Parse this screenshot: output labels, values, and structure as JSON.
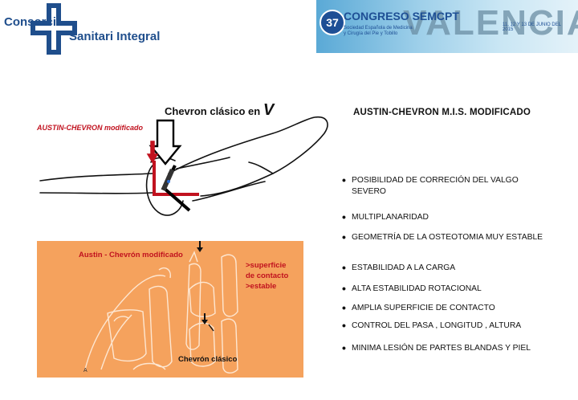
{
  "header": {
    "logo_line1": "Consorci",
    "logo_line2": "Sanitari Integral",
    "banner_number": "37",
    "banner_title": "CONGRESO SEMCPT",
    "banner_subtitle": "Sociedad Española de Medicina y Cirugía del Pie y Tobillo",
    "banner_city": "VALENCIA",
    "banner_dates": "11, 12 Y 13 DE JUNIO DEL 2015"
  },
  "figure": {
    "title_main": "Chevron clásico en ",
    "title_v": "V",
    "austin_label": "AUSTIN-CHEVRON modificado",
    "xray": {
      "austin_label": "Austin  -  Chevrón  modificado",
      "superficie_lines": [
        ">superficie",
        "de contacto",
        ">estable"
      ],
      "clasico_label": "Chevrón clásico",
      "corner_mark": "A"
    }
  },
  "right": {
    "title": "AUSTIN-CHEVRON M.I.S. MODIFICADO",
    "items": [
      "POSIBILIDAD DE CORRECIÓN DEL VALGO SEVERO",
      "MULTIPLANARIDAD",
      "GEOMETRÍA DE LA OSTEOTOMIA MUY ESTABLE",
      "ESTABILIDAD A LA CARGA",
      "ALTA ESTABILIDAD ROTACIONAL",
      "AMPLIA SUPERFICIE DE CONTACTO",
      "CONTROL DEL PASA , LONGITUD , ALTURA",
      "MINIMA LESIÓN DE PARTES BLANDAS Y PIEL"
    ]
  },
  "colors": {
    "logo_blue": "#1f4e8c",
    "accent_red": "#c1121f",
    "xray_orange": "#f5a25d"
  }
}
